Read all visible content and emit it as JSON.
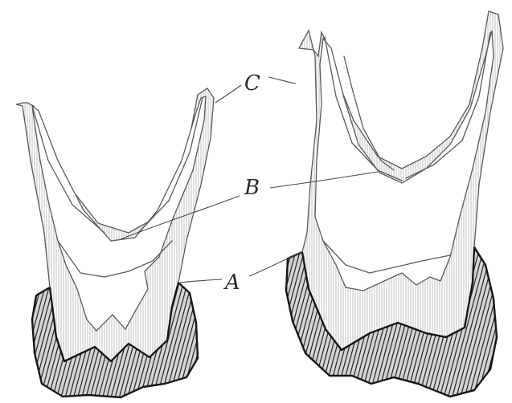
{
  "labels": {
    "a": "A",
    "b": "B",
    "c": "C"
  },
  "colors": {
    "paper": "#ffffff",
    "pencil": "#5a5a5a",
    "enamel_dark": "#1a1a1a",
    "hatch": "#9a9a9a"
  }
}
